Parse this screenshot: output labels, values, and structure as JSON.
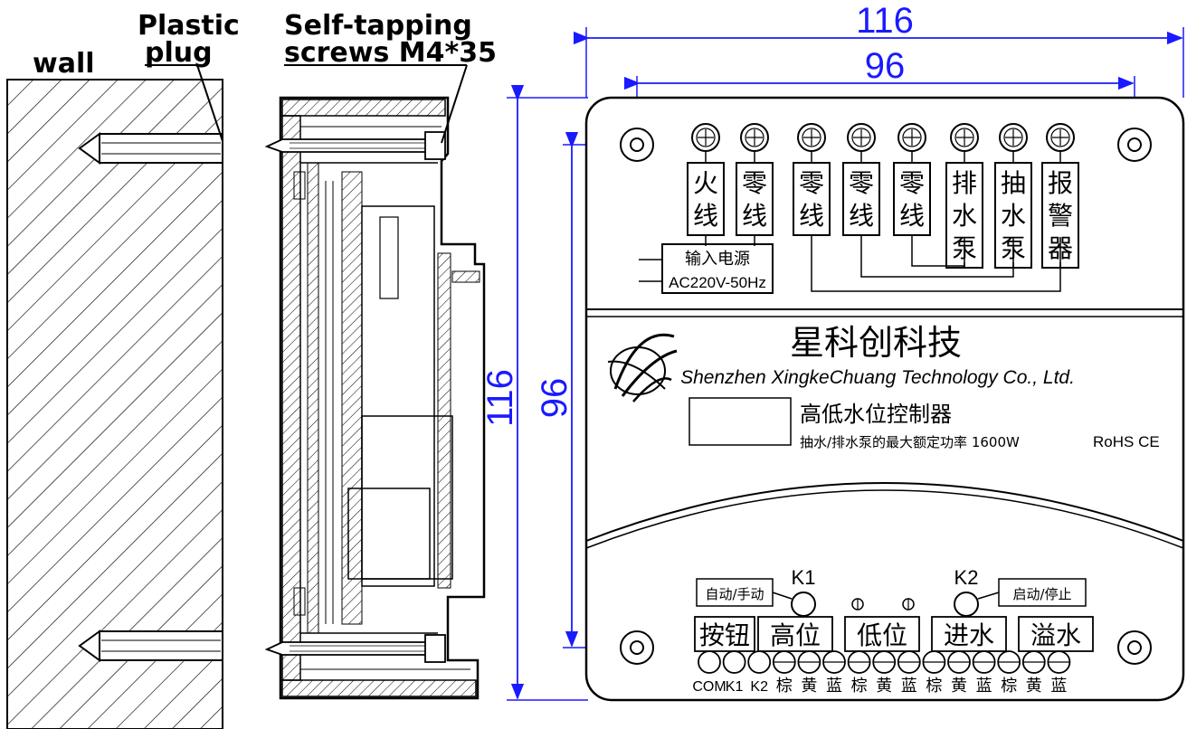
{
  "labels": {
    "wall": "wall",
    "plug_line1": "Plastic",
    "plug_line2": "plug",
    "screw_line1": "Self-tapping",
    "screw_line2": "screws M4*35"
  },
  "dimensions": {
    "outer_width": "116",
    "inner_width": "96",
    "outer_height": "116",
    "inner_height": "96"
  },
  "terminals_top": [
    {
      "label": "火\n线"
    },
    {
      "label": "零\n线"
    },
    {
      "label": "零\n线"
    },
    {
      "label": "零\n线"
    },
    {
      "label": "零\n线"
    },
    {
      "label": "排\n水\n泵"
    },
    {
      "label": "抽\n水\n泵"
    },
    {
      "label": "报\n警\n器"
    }
  ],
  "power_box": {
    "line1": "输入电源",
    "line2": "AC220V-50Hz"
  },
  "brand": {
    "name_cn": "星科创科技",
    "name_en": "Shenzhen XingkeChuang Technology Co., Ltd.",
    "product": "高低水位控制器",
    "spec": "抽水/排水泵的最大额定功率 1600W",
    "cert": "RoHS CE"
  },
  "controls": {
    "auto_manual": "自动/手动",
    "k1": "K1",
    "k2": "K2",
    "start_stop": "启动/停止"
  },
  "bottom_groups": [
    "按钮",
    "高位",
    "低位",
    "进水",
    "溢水"
  ],
  "bottom_terminals": [
    "COM",
    "K1",
    "K2",
    "棕",
    "黄",
    "蓝",
    "棕",
    "黄",
    "蓝",
    "棕",
    "黄",
    "蓝",
    "棕",
    "黄",
    "蓝"
  ]
}
